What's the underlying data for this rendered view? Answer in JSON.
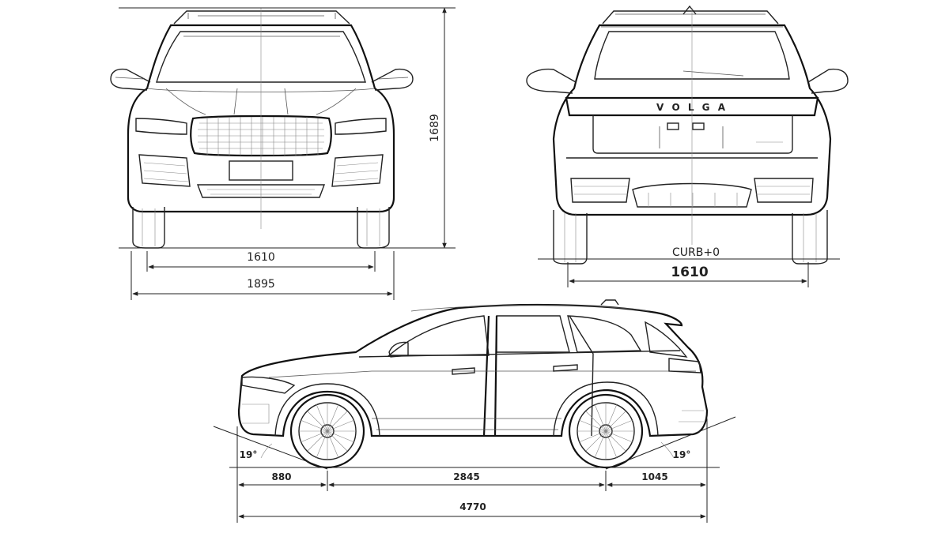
{
  "front_view": {
    "height": "1689",
    "track": "1610",
    "width": "1895"
  },
  "rear_view": {
    "badge": "V O L G A",
    "note": "CURB+0",
    "track": "1610"
  },
  "side_view": {
    "front_overhang": "880",
    "wheelbase": "2845",
    "rear_overhang": "1045",
    "length": "4770",
    "approach_angle": "19°",
    "departure_angle": "19°"
  }
}
